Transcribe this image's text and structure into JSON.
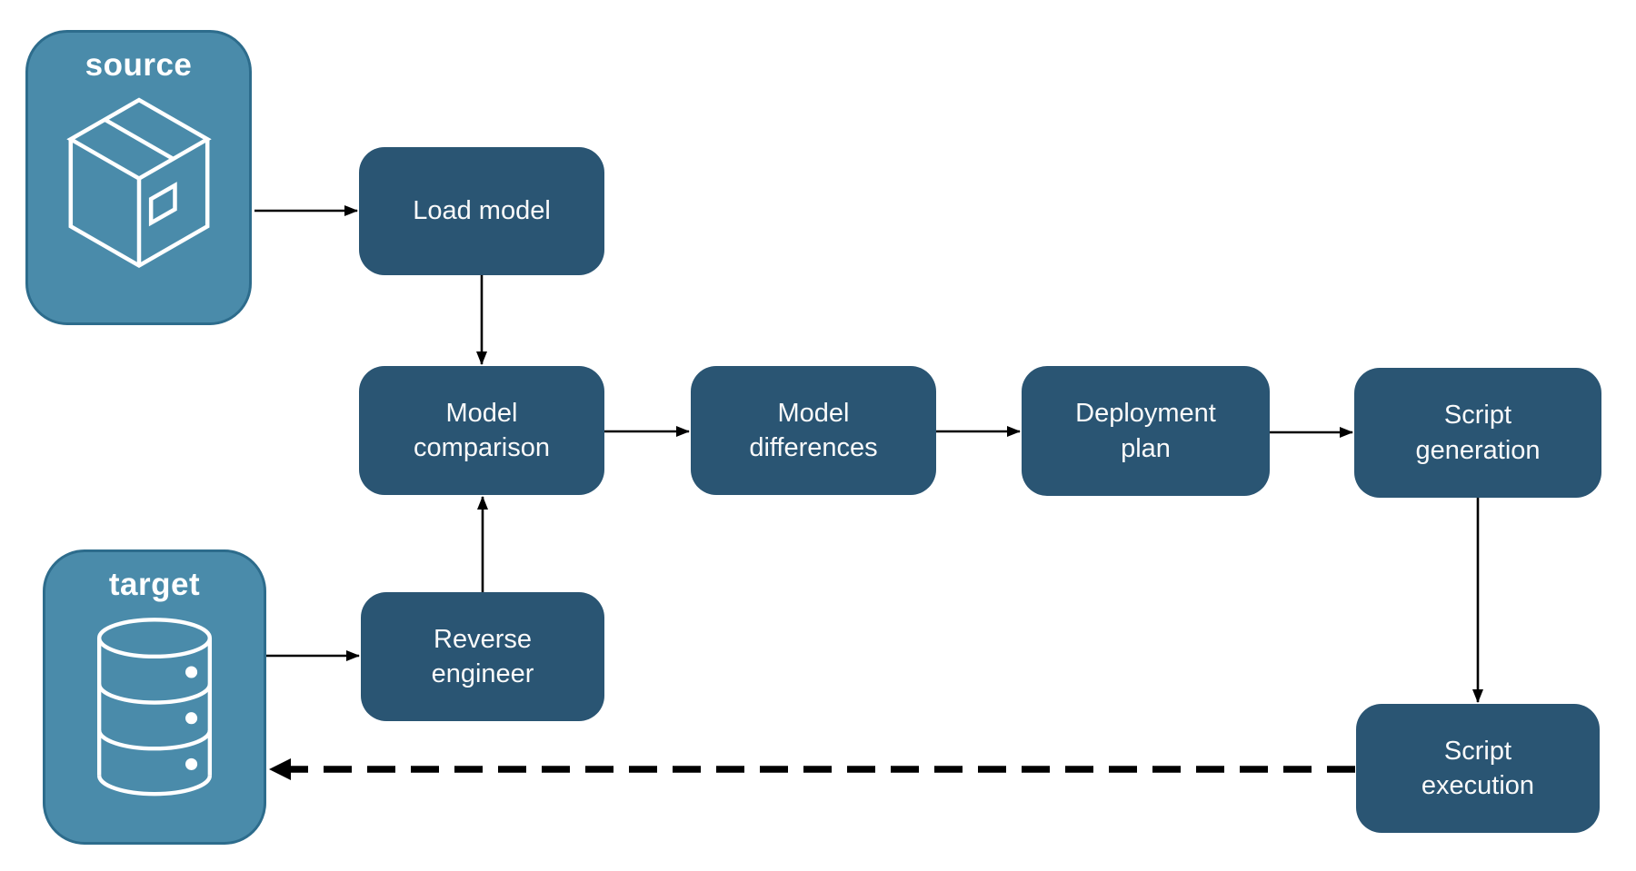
{
  "diagram": {
    "endpoints": {
      "source": {
        "label": "source",
        "icon": "package-icon"
      },
      "target": {
        "label": "target",
        "icon": "database-icon"
      }
    },
    "nodes": {
      "load_model": {
        "label": "Load model"
      },
      "model_comparison": {
        "label": "Model comparison"
      },
      "model_differences": {
        "label": "Model differences"
      },
      "deployment_plan": {
        "label": "Deployment plan"
      },
      "script_generation": {
        "label": "Script generation"
      },
      "reverse_engineer": {
        "label": "Reverse engineer"
      },
      "script_execution": {
        "label": "Script execution"
      }
    },
    "edges": [
      {
        "from": "source",
        "to": "load_model",
        "style": "solid"
      },
      {
        "from": "load_model",
        "to": "model_comparison",
        "style": "solid"
      },
      {
        "from": "target",
        "to": "reverse_engineer",
        "style": "solid"
      },
      {
        "from": "reverse_engineer",
        "to": "model_comparison",
        "style": "solid"
      },
      {
        "from": "model_comparison",
        "to": "model_differences",
        "style": "solid"
      },
      {
        "from": "model_differences",
        "to": "deployment_plan",
        "style": "solid"
      },
      {
        "from": "deployment_plan",
        "to": "script_generation",
        "style": "solid"
      },
      {
        "from": "script_generation",
        "to": "script_execution",
        "style": "solid"
      },
      {
        "from": "script_execution",
        "to": "target",
        "style": "dashed"
      }
    ],
    "colors": {
      "node_fill": "#2A5573",
      "endpoint_fill": "#4A8BAA",
      "endpoint_border": "#2D6C8C",
      "label_text": "#FFFFFF",
      "arrow": "#000000",
      "background": "#FFFFFF"
    }
  }
}
